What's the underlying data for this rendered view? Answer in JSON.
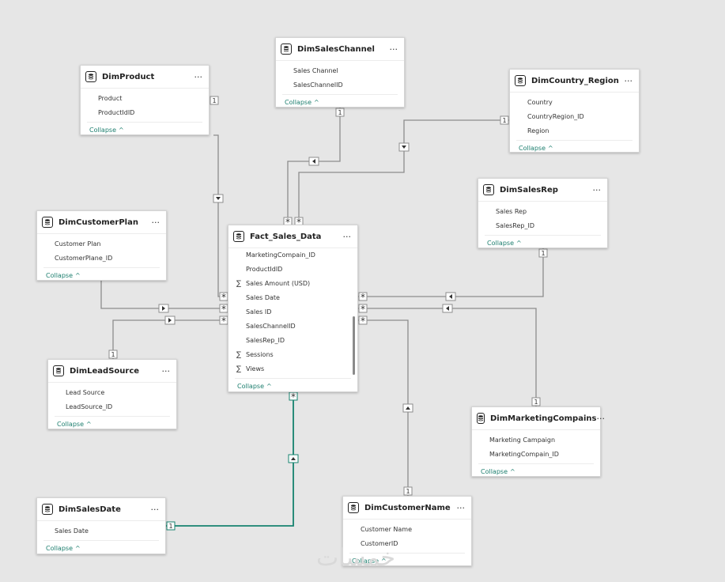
{
  "tables": {
    "dim_product": {
      "title": "DimProduct",
      "fields": [
        "Product",
        "ProductIdID"
      ],
      "collapse": "Collapse"
    },
    "dim_sales_channel": {
      "title": "DimSalesChannel",
      "fields": [
        "Sales Channel",
        "SalesChannelID"
      ],
      "collapse": "Collapse"
    },
    "dim_country_region": {
      "title": "DimCountry_Region",
      "fields": [
        "Country",
        "CountryRegion_ID",
        "Region"
      ],
      "collapse": "Collapse"
    },
    "dim_sales_rep": {
      "title": "DimSalesRep",
      "fields": [
        "Sales Rep",
        "SalesRep_ID"
      ],
      "collapse": "Collapse"
    },
    "dim_customer_plan": {
      "title": "DimCustomerPlan",
      "fields": [
        "Customer Plan",
        "CustomerPlane_ID"
      ],
      "collapse": "Collapse"
    },
    "fact_sales_data": {
      "title": "Fact_Sales_Data",
      "fields": [
        "MarketingCompain_ID",
        "ProductIdID",
        "Sales Amount (USD)",
        "Sales Date",
        "Sales ID",
        "SalesChannelID",
        "SalesRep_ID",
        "Sessions",
        "Views"
      ],
      "sigma_fields": [
        "Sales Amount (USD)",
        "Sessions",
        "Views"
      ],
      "collapse": "Collapse"
    },
    "dim_lead_source": {
      "title": "DimLeadSource",
      "fields": [
        "Lead Source",
        "LeadSource_ID"
      ],
      "collapse": "Collapse"
    },
    "dim_marketing_compains": {
      "title": "DimMarketingCompains",
      "fields": [
        "Marketing Campaign",
        "MarketingCompain_ID"
      ],
      "collapse": "Collapse"
    },
    "dim_sales_date": {
      "title": "DimSalesDate",
      "fields": [
        "Sales Date"
      ],
      "collapse": "Collapse"
    },
    "dim_customer_name": {
      "title": "DimCustomerName",
      "fields": [
        "Customer Name",
        "CustomerID"
      ],
      "collapse": "Collapse"
    }
  },
  "cardinality": {
    "one": "1",
    "many": "*"
  },
  "icons": {
    "table": "database-icon",
    "more": "more-options-icon",
    "collapse": "chevron-up-icon",
    "measure": "sigma-icon"
  },
  "glyphs": {
    "more": "···",
    "collapse_chevron": "^",
    "sigma": "∑"
  },
  "colors": {
    "selected_relationship": "#16836f",
    "relationship": "#8c8c8c",
    "link": "#1c7e6e"
  },
  "watermark": "خمسات"
}
